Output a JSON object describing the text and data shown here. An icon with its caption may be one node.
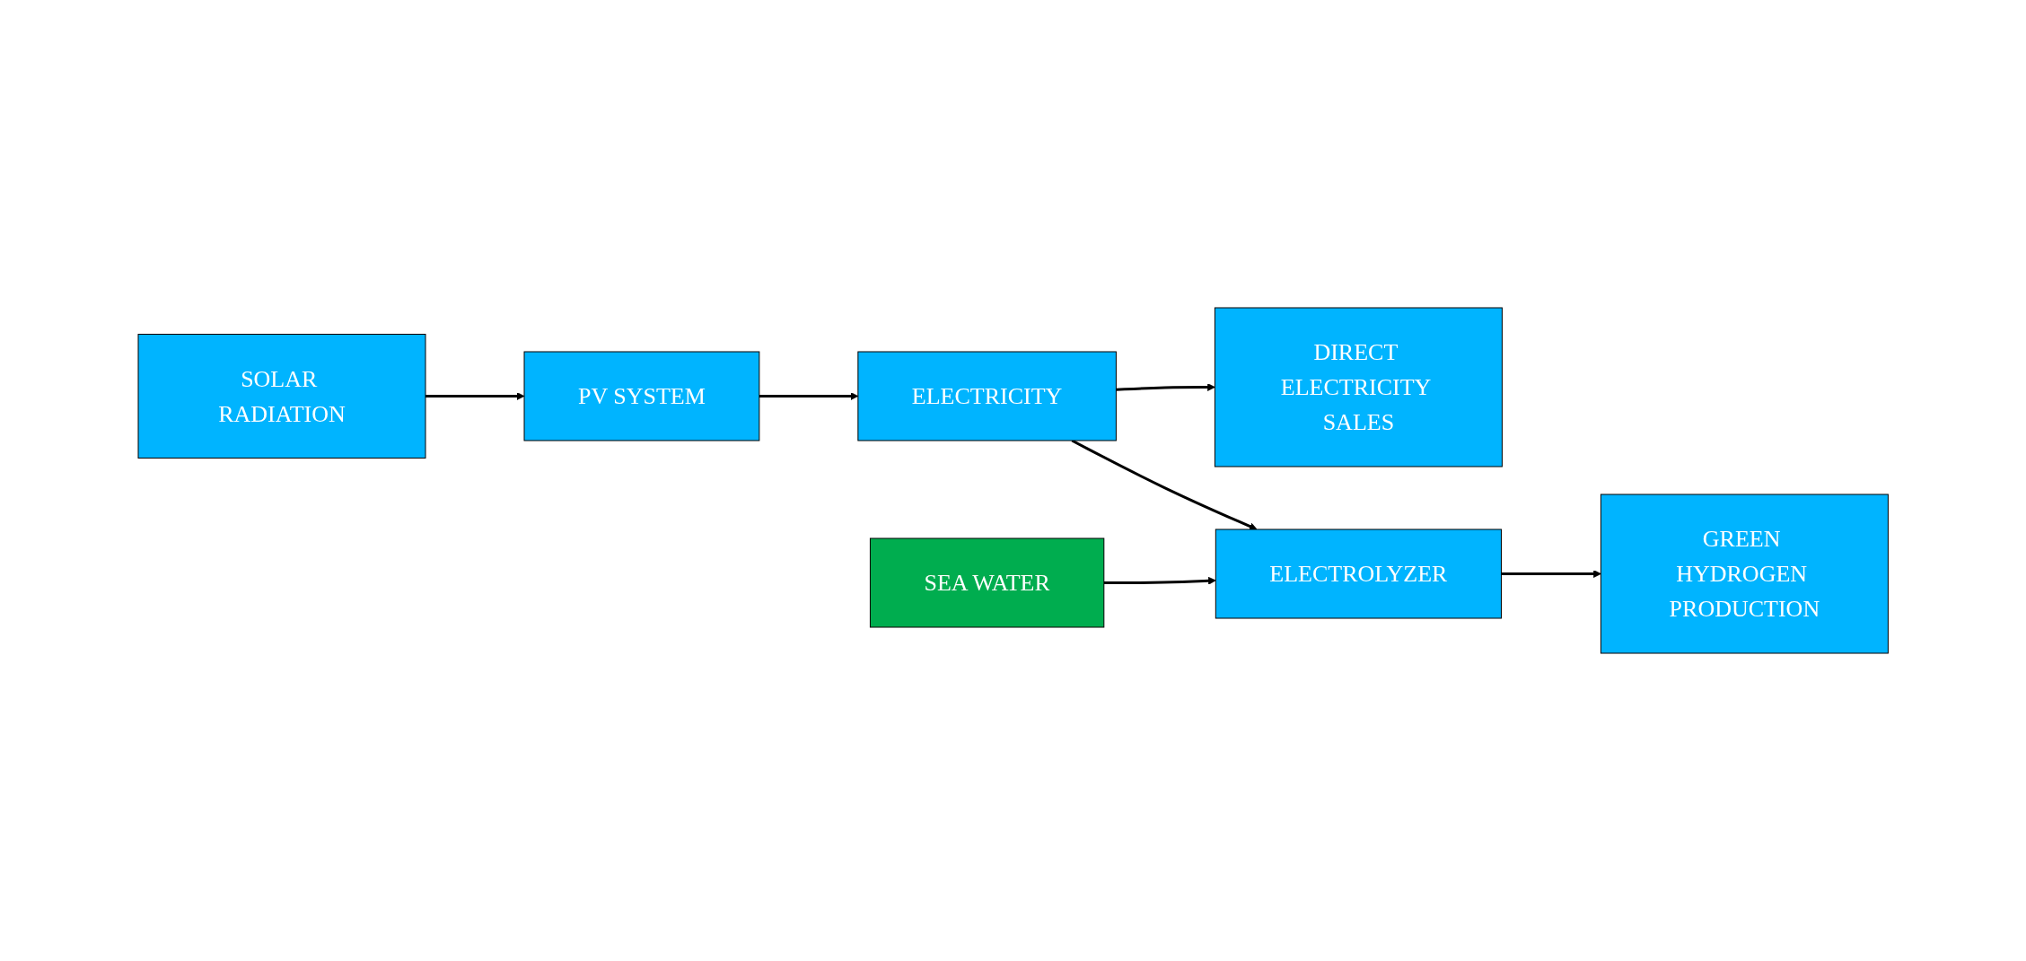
{
  "diagram": {
    "nodes": [
      {
        "text": [
          "PV SYSTEM"
        ]
      },
      {
        "text": [
          "ELECTRICITY"
        ]
      },
      {
        "text": [
          "DIRECT ELECTRICITY SALES"
        ]
      },
      {
        "text": [
          "SOLAR RADIATION"
        ]
      },
      {
        "text": [
          "ELECTROLYZER"
        ]
      },
      {
        "text": [
          "SEA WATER"
        ]
      },
      {
        "text": [
          "GREEN HYDROGEN PRODUCTION"
        ]
      }
    ],
    "edges": [
      {
        "from": 3,
        "to": 0,
        "arrow": "to"
      },
      {
        "from": 0,
        "to": 1,
        "arrow": "to"
      },
      {
        "from": 1,
        "to": 2,
        "arrow": "to"
      },
      {
        "from": 1,
        "to": 4,
        "arrow": "to"
      },
      {
        "from": 5,
        "to": 4,
        "arrow": "to"
      },
      {
        "from": 4,
        "to": 6,
        "arrow": "to"
      }
    ]
  }
}
